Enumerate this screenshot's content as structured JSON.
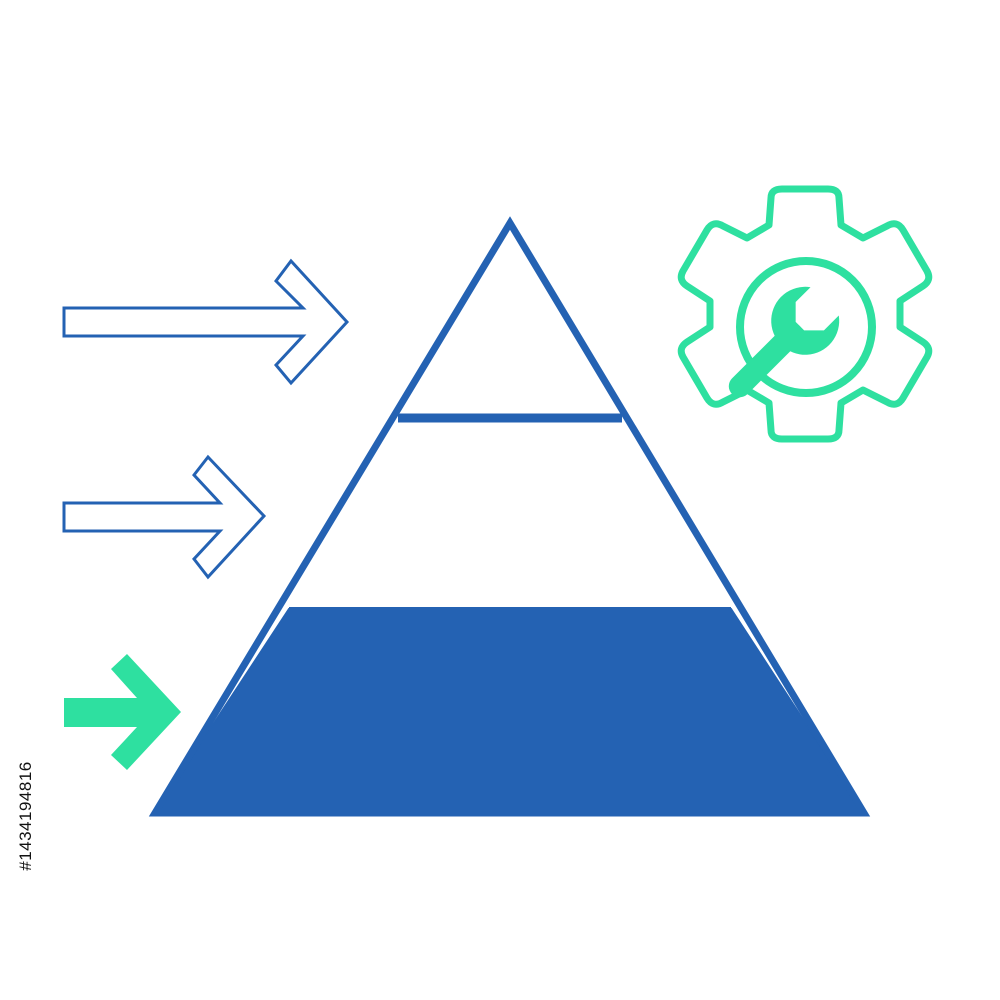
{
  "colors": {
    "background": "#ffffff",
    "primary_blue": "#2462b3",
    "accent_green": "#2ee0a0",
    "text": "#111111"
  },
  "diagram": {
    "pyramid": {
      "levels": [
        {
          "name": "top",
          "filled": false
        },
        {
          "name": "middle",
          "filled": false
        },
        {
          "name": "base",
          "filled": true
        }
      ]
    },
    "arrows": [
      {
        "name": "top-arrow",
        "style": "outline",
        "color": "primary_blue"
      },
      {
        "name": "middle-arrow",
        "style": "outline",
        "color": "primary_blue"
      },
      {
        "name": "base-arrow",
        "style": "solid",
        "color": "accent_green"
      }
    ],
    "icon": {
      "name": "gear-wrench-icon",
      "color": "accent_green"
    }
  },
  "stock_id": "#1434194816"
}
